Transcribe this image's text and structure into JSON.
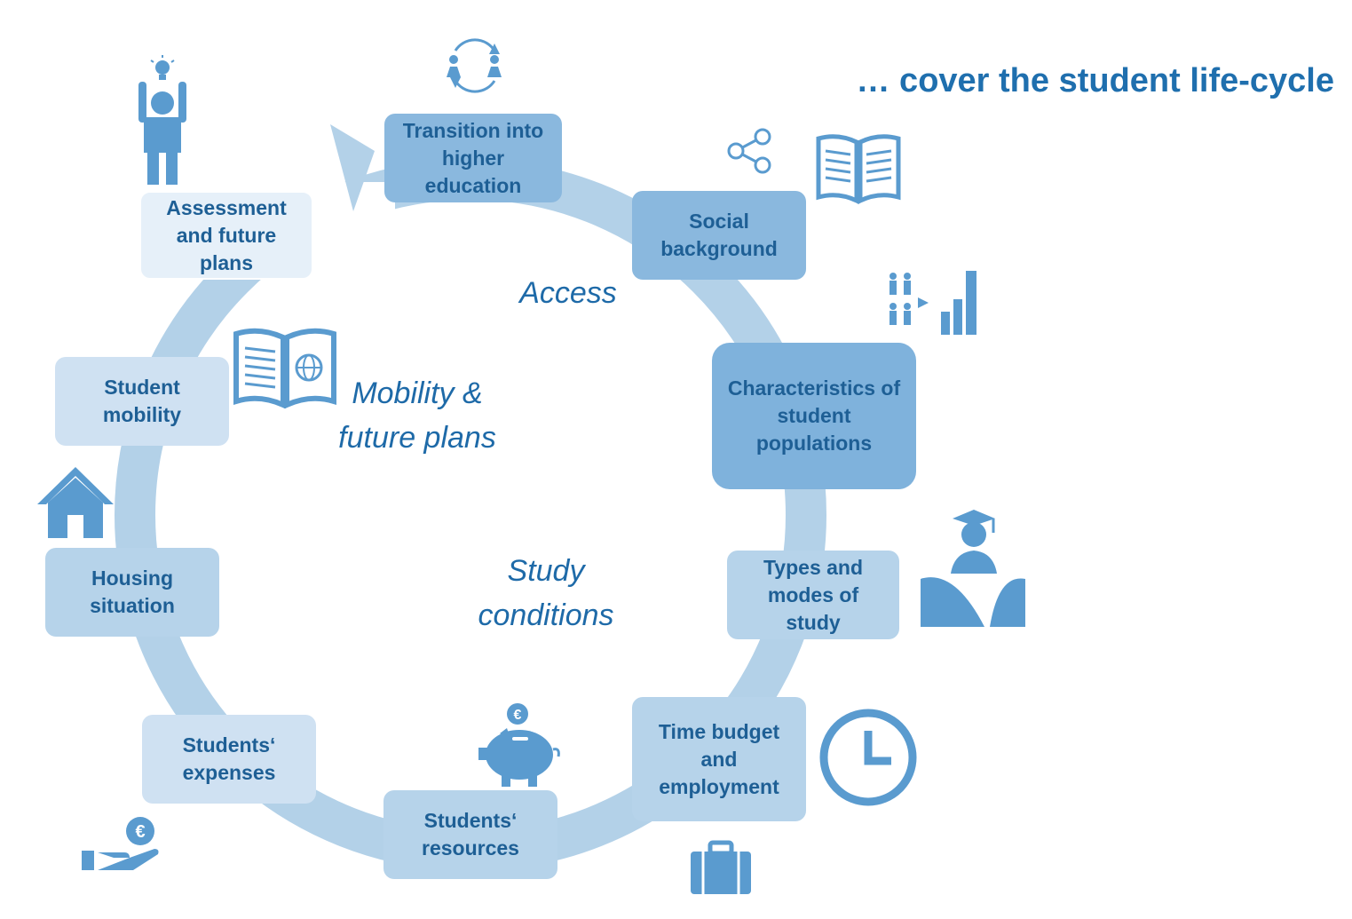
{
  "headline": "… cover the student life-cycle",
  "phases": {
    "access": "Access",
    "mobility": "Mobility &\nfuture plans",
    "study": "Study\nconditions"
  },
  "stages": {
    "transition": "Transition into\nhigher\neducation",
    "social": "Social\nbackground",
    "characteristics": "Characteristics of\nstudent\npopulations",
    "types": "Types and\nmodes of\nstudy",
    "time": "Time budget\nand\nemployment",
    "resources": "Students‘\nresources",
    "expenses": "Students‘\nexpenses",
    "housing": "Housing\nsituation",
    "mobility": "Student\nmobility",
    "assessment": "Assessment\nand future\nplans"
  },
  "icons": {
    "transition": "exchange-people-icon",
    "social": "share-icon",
    "social2": "open-book-icon",
    "characteristics": "population-chart-icon",
    "types": "graduate-icon",
    "time": "clock-icon",
    "time2": "briefcase-icon",
    "resources": "piggy-bank-euro-icon",
    "expenses": "hand-euro-icon",
    "housing": "house-icon",
    "mobility": "passport-book-icon",
    "assessment": "idea-person-icon"
  },
  "colors": {
    "ring": "#b3d1e8",
    "icon": "#5a9bcf",
    "text": "#1e5f95",
    "headline": "#1f6fae"
  }
}
